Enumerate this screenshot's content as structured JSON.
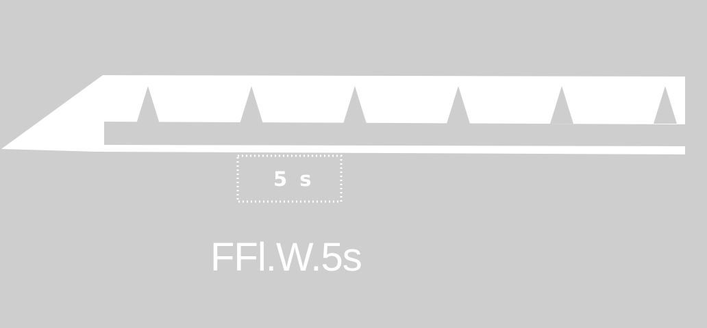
{
  "diagram": {
    "interval_label": "5 s",
    "code_label": "FFl.W.5s",
    "flash_count": 6,
    "colors": {
      "background": "#cecece",
      "light": "#ffffff"
    }
  }
}
